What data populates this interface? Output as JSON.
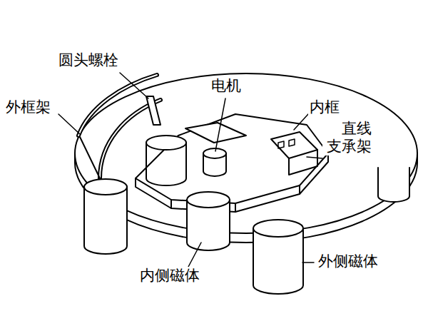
{
  "diagram": {
    "labels": [
      "圆头螺栓",
      "外框架",
      "电机",
      "内框",
      "直线 支承架",
      "内侧磁体",
      "外侧磁体"
    ]
  }
}
